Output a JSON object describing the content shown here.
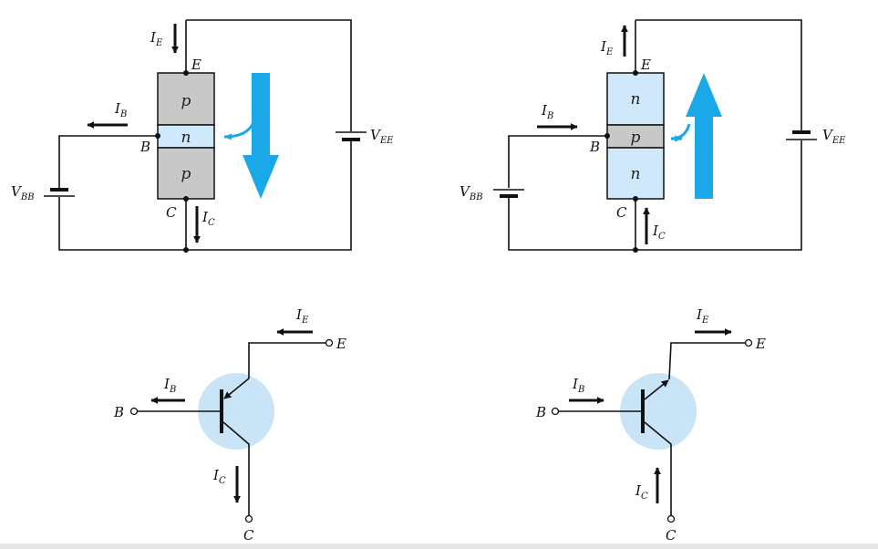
{
  "colors": {
    "p_region": "#c8c8c8",
    "n_region": "#cfe8fa",
    "flow_arrow": "#1aa8e8",
    "symbol_circle": "#c9e4f6",
    "wire": "#111111"
  },
  "pnp_diagram": {
    "layers": [
      "p",
      "n",
      "p"
    ],
    "terminal_e": "E",
    "terminal_b": "B",
    "terminal_c": "C",
    "ie": {
      "main": "I",
      "sub": "E"
    },
    "ib": {
      "main": "I",
      "sub": "B"
    },
    "ic": {
      "main": "I",
      "sub": "C"
    },
    "vbb": {
      "main": "V",
      "sub": "BB"
    },
    "vee": {
      "main": "V",
      "sub": "EE"
    }
  },
  "npn_diagram": {
    "layers": [
      "n",
      "p",
      "n"
    ],
    "terminal_e": "E",
    "terminal_b": "B",
    "terminal_c": "C",
    "ie": {
      "main": "I",
      "sub": "E"
    },
    "ib": {
      "main": "I",
      "sub": "B"
    },
    "ic": {
      "main": "I",
      "sub": "C"
    },
    "vbb": {
      "main": "V",
      "sub": "BB"
    },
    "vee": {
      "main": "V",
      "sub": "EE"
    }
  },
  "pnp_symbol": {
    "terminal_e": "E",
    "terminal_b": "B",
    "terminal_c": "C",
    "ie": {
      "main": "I",
      "sub": "E"
    },
    "ib": {
      "main": "I",
      "sub": "B"
    },
    "ic": {
      "main": "I",
      "sub": "C"
    }
  },
  "npn_symbol": {
    "terminal_e": "E",
    "terminal_b": "B",
    "terminal_c": "C",
    "ie": {
      "main": "I",
      "sub": "E"
    },
    "ib": {
      "main": "I",
      "sub": "B"
    },
    "ic": {
      "main": "I",
      "sub": "C"
    }
  }
}
